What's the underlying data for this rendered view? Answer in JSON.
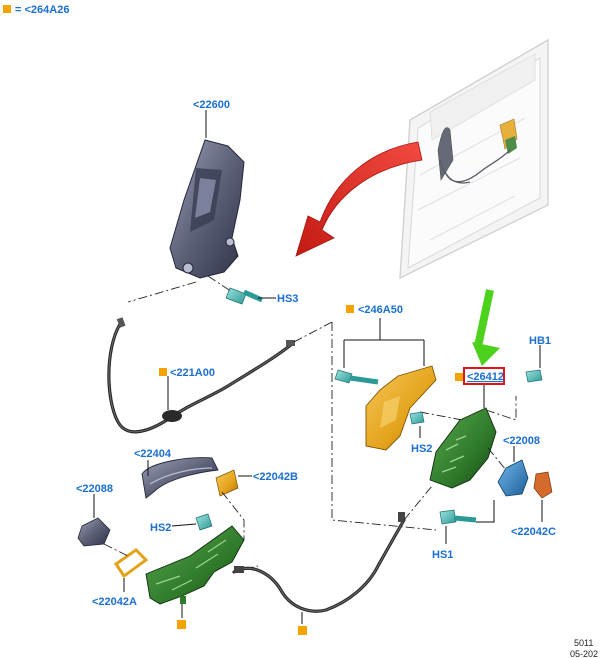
{
  "legend": {
    "text": "= <264A26",
    "color": "#f4a300"
  },
  "labels": {
    "c22600": "<22600",
    "hs3": "HS3",
    "c221A00": "<221A00",
    "c246A50": "<246A50",
    "hs2_right": "HS2",
    "c26412": "<26412",
    "hb1": "HB1",
    "c22008": "<22008",
    "c22042C": "<22042C",
    "hs1": "HS1",
    "c22404": "<22404",
    "c22042B": "<22042B",
    "c22088": "<22088",
    "hs2_left": "HS2",
    "c22042A": "<22042A"
  },
  "footer": {
    "line1": "5011",
    "line2": "05-202"
  },
  "colors": {
    "label_blue": "#1a6fd1",
    "marker_orange": "#f4a300",
    "highlight_red": "#e0141e",
    "arrow_red": "#e52521",
    "arrow_green": "#4cd21c",
    "part_green": "#2f7a2a",
    "part_gold": "#e3a21a",
    "part_teal": "#3fb7b5",
    "part_blue": "#2a7fc0",
    "part_gray": "#5d6178"
  }
}
